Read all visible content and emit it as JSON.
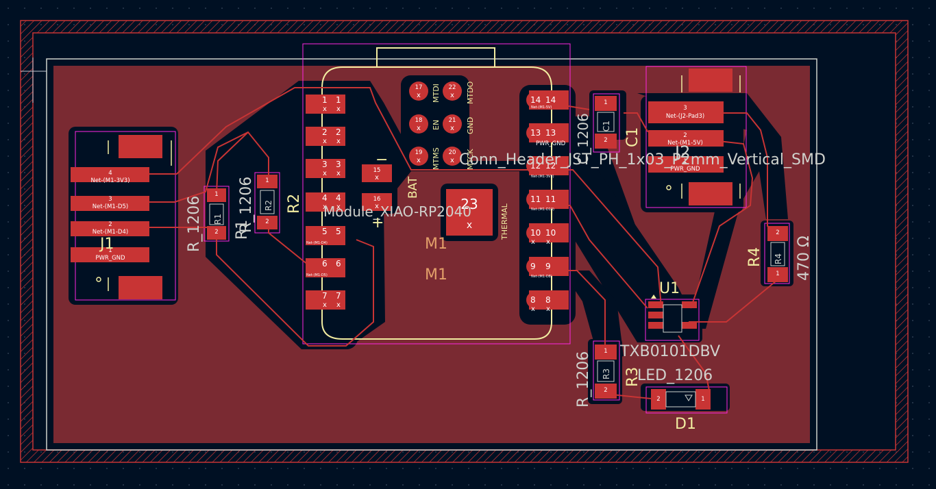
{
  "colors": {
    "background": "#001023",
    "copper": "#c83434",
    "fill": "#7a2a32",
    "courtyard": "#ff26e2",
    "silk": "#f2eda1",
    "fab": "#d0d2cd",
    "edge": "#d0d2cd"
  },
  "labels": {
    "module_value": "Module_XIAO-RP2040",
    "module_value_visible": "Module_XIAO-RP2040",
    "m1_a": "M1",
    "m1_b": "M1",
    "bat": "BAT",
    "minus": "−",
    "plus": "+",
    "thermal": "THERMAL",
    "mtdi": "MTDI",
    "mtdo": "MTDO",
    "en": "EN",
    "gnd": "GND",
    "mtms": "MTMS",
    "mtck": "MTCK",
    "conn_header": "Conn_Header_JST_PH_1x03_P2mm_Vertical_SMD",
    "j2": "J2",
    "j1": "J1",
    "r1": "R1",
    "r1_fab": "R1",
    "r1_val": "R_1206",
    "r2": "R2",
    "r2_fab": "R2",
    "r2_val": "R_1206",
    "r3": "R3",
    "r3_fab": "R3",
    "r3_val": "R_1206",
    "r4": "R4",
    "r4_fab": "R4",
    "r4_val": "470 Ω",
    "c1": "C1",
    "c1_fab": "C1",
    "c1_val": "C_1206",
    "u1": "U1",
    "u1_val": "TXB0101DBV",
    "d1": "D1",
    "d1_val": "LED_1206",
    "pad_x": "x"
  },
  "pcb": {
    "module_left_pins": [
      {
        "num": "1",
        "net": ""
      },
      {
        "num": "2",
        "net": ""
      },
      {
        "num": "3",
        "net": ""
      },
      {
        "num": "4",
        "net": ""
      },
      {
        "num": "5",
        "net": "Net-(M1-D4)"
      },
      {
        "num": "6",
        "net": "Net-(M1-D5)"
      },
      {
        "num": "7",
        "net": ""
      }
    ],
    "module_right_pins": [
      {
        "num": "14",
        "net": "Net-(M1-5V)"
      },
      {
        "num": "13",
        "net": "PWR_GND"
      },
      {
        "num": "12",
        "net": "Net-(M1-3V3)"
      },
      {
        "num": "11",
        "net": "Net-(M1-D10)"
      },
      {
        "num": "10",
        "net": ""
      },
      {
        "num": "9",
        "net": "Net-(M1-D8)"
      },
      {
        "num": "8",
        "net": ""
      }
    ],
    "module_center_pads": [
      {
        "num": "15"
      },
      {
        "num": "16"
      },
      {
        "num": "23"
      }
    ],
    "module_top_pads": [
      {
        "num": "17"
      },
      {
        "num": "22"
      },
      {
        "num": "18"
      },
      {
        "num": "21"
      },
      {
        "num": "19"
      },
      {
        "num": "20"
      }
    ],
    "j1_pads": [
      {
        "num": "4",
        "net": "Net-(M1-3V3)"
      },
      {
        "num": "3",
        "net": "Net-(M1-D5)"
      },
      {
        "num": "2",
        "net": "Net-(M1-D4)"
      },
      {
        "num": "1",
        "net": "PWR_GND"
      }
    ],
    "j2_pads": [
      {
        "num": "3",
        "net": "Net-(J2-Pad3)"
      },
      {
        "num": "2",
        "net": "Net-(M1-5V)"
      },
      {
        "num": "1",
        "net": "PWR_GND"
      }
    ],
    "small_pads": {
      "r1_1": "1",
      "r1_2": "2",
      "r2_1": "1",
      "r2_2": "2",
      "r3_1": "1",
      "r3_2": "2",
      "r4_1": "1",
      "r4_2": "2",
      "c1_1": "1",
      "c1_2": "2",
      "d1_1": "1",
      "d1_2": "2"
    }
  }
}
